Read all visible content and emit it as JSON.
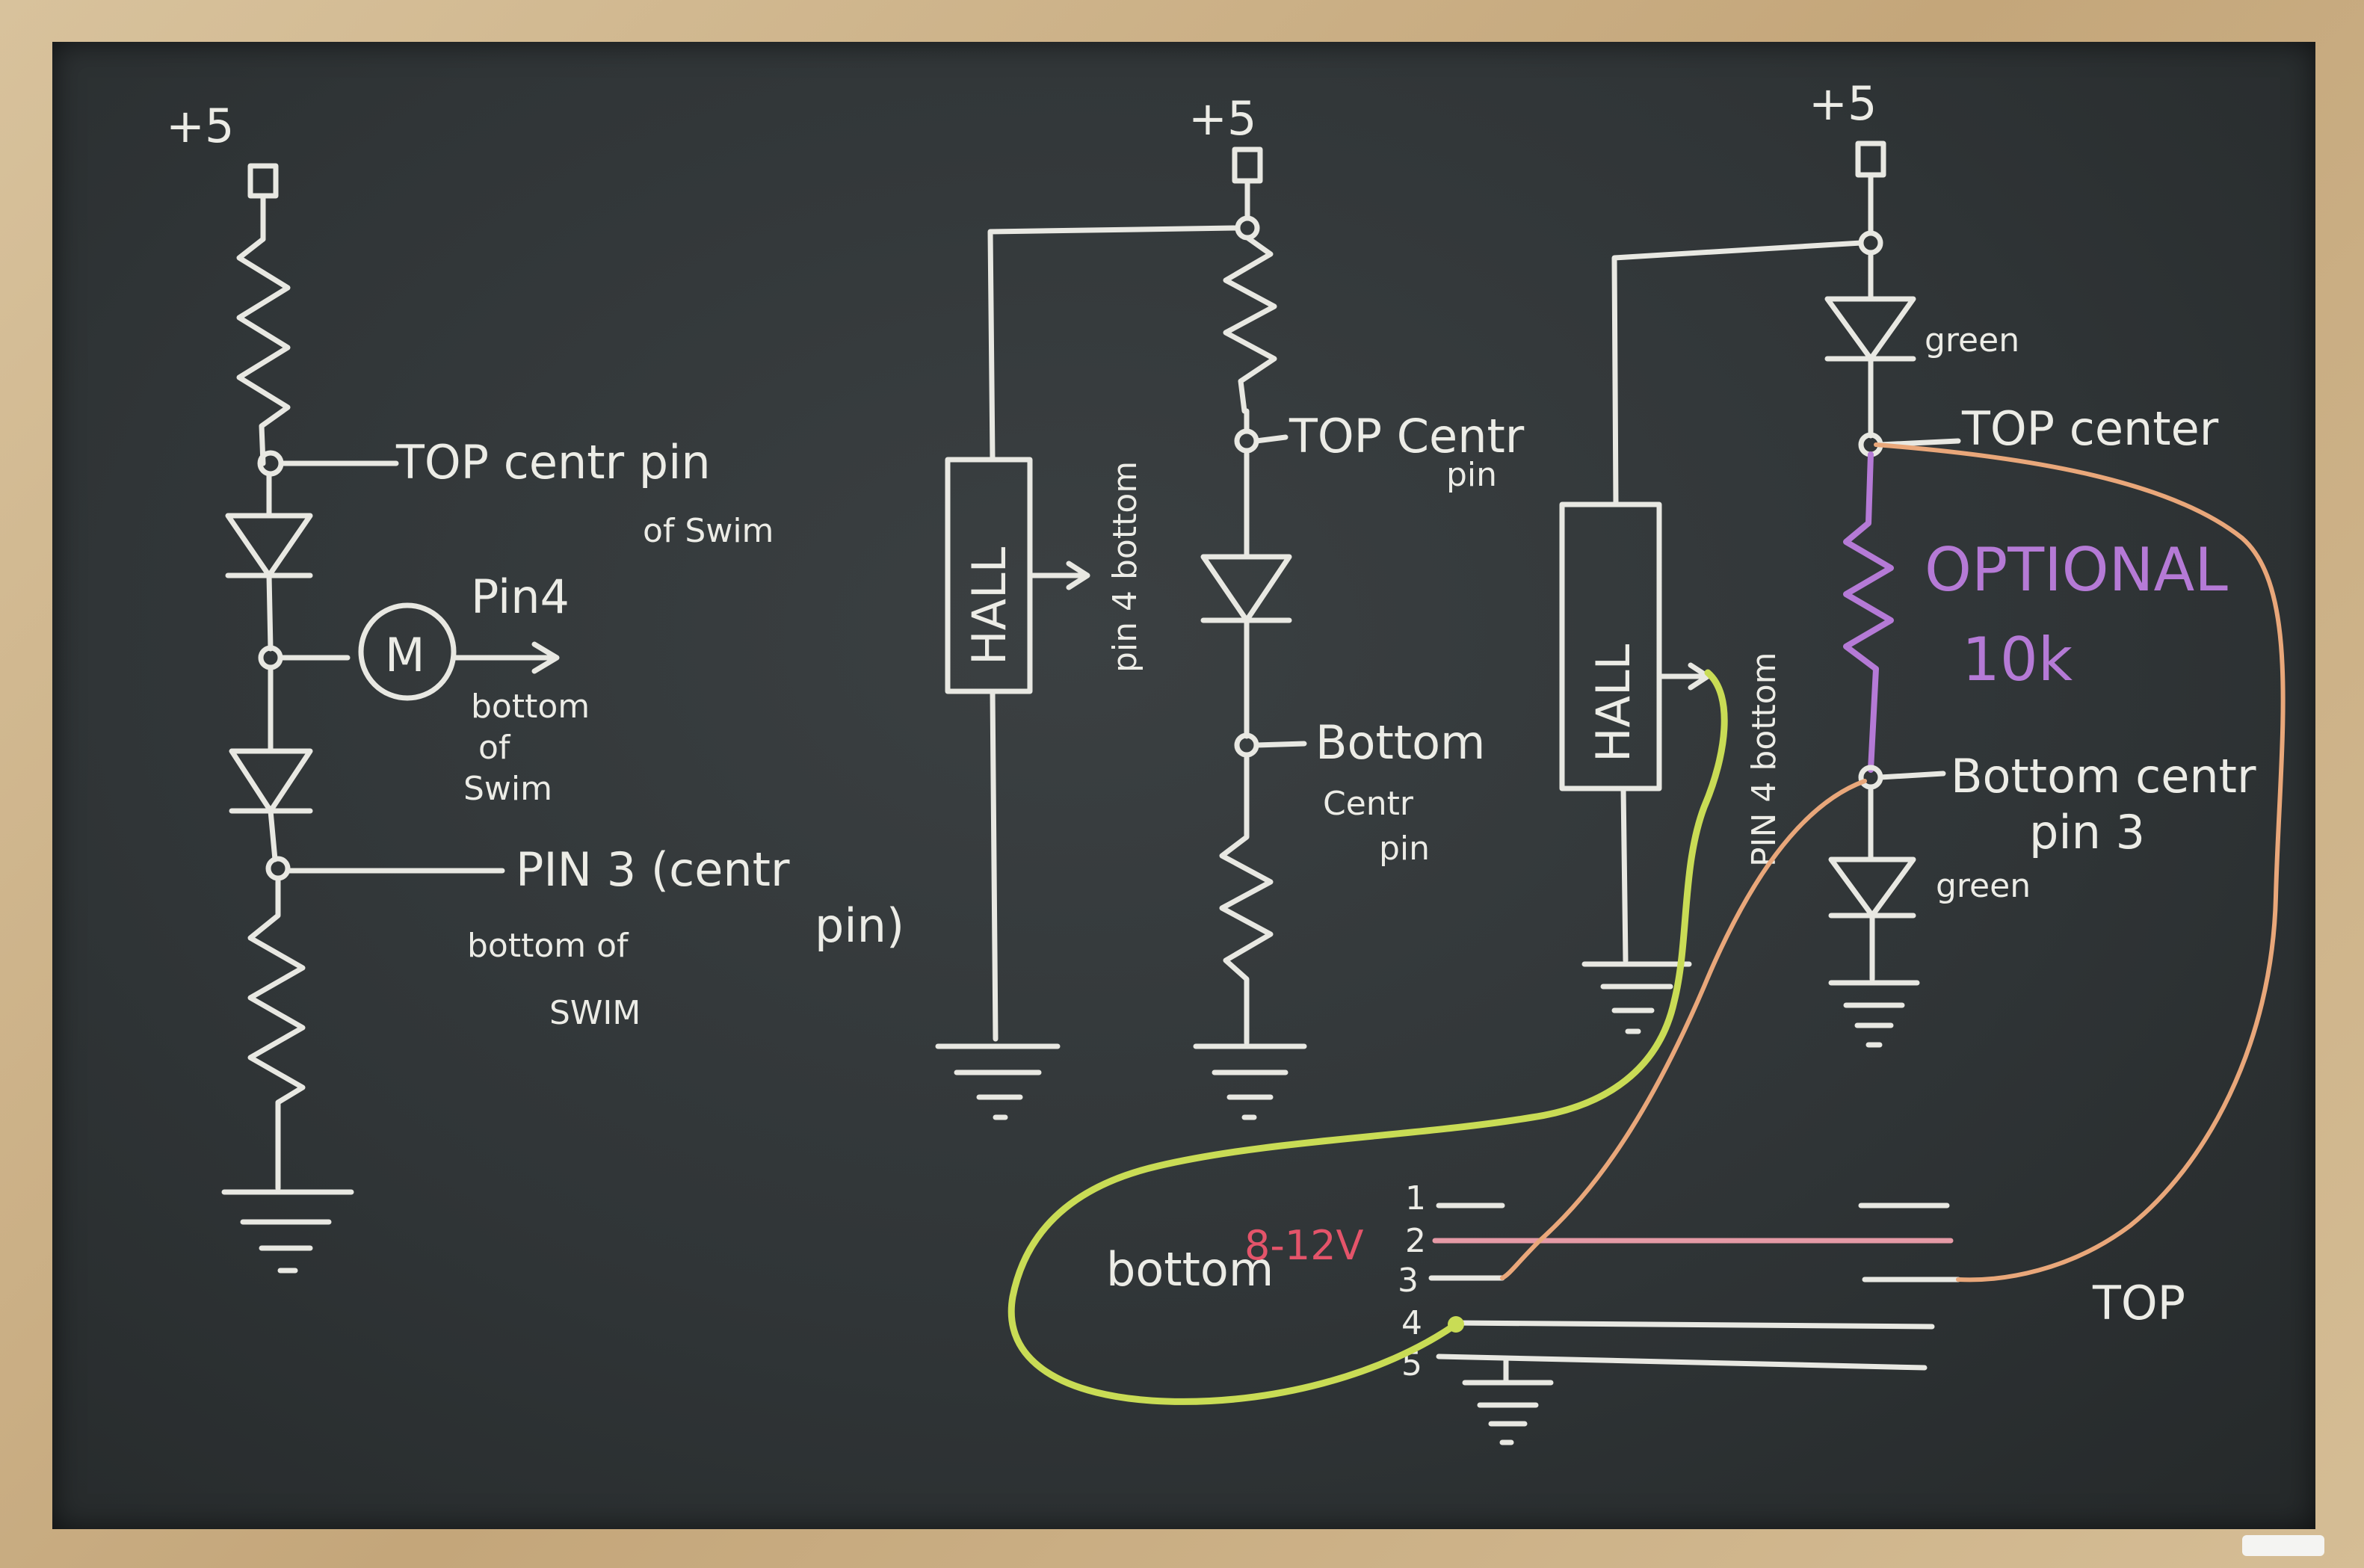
{
  "colors": {
    "chalk": "#e8e8e2",
    "board": "#303537",
    "frame": "#c9b08a",
    "yellow_green": "#c9dc55",
    "orange": "#e9a77a",
    "purple": "#b57ad6",
    "pink": "#e59aa6",
    "red": "#e4546a"
  },
  "left_circuit": {
    "supply": "+5",
    "top_pin_label": "TOP centr pin",
    "top_pin_label2": "of Swim",
    "pin4_label": "Pin4",
    "motor_label": "M",
    "bottom_of_swim_label1": "bottom",
    "bottom_of_swim_label2": "of",
    "bottom_of_swim_label3": "Swim",
    "pin3_label": "PIN 3 (centr",
    "pin3_label2": "pin)",
    "bottom_label": "bottom of",
    "bottom_label2": "SWIM"
  },
  "middle_circuit": {
    "supply": "+5",
    "hall_label": "HALL",
    "pin4_label": "pin 4 bottom",
    "top_pin_label": "TOP Centr",
    "top_pin_label2": "pin",
    "bottom_pin_label": "Bottom",
    "bottom_pin_label2": "Centr",
    "bottom_pin_label3": "pin"
  },
  "right_circuit": {
    "supply": "+5",
    "hall_label": "HALL",
    "pin4_label": "PIN 4 bottom",
    "green_top": "green",
    "top_center_label": "TOP center",
    "optional_label": "OPTIONAL",
    "optional_value": "10k",
    "bottom_center_label": "Bottom centr",
    "bottom_center_label2": "pin 3",
    "green_bottom": "green"
  },
  "connector": {
    "bottom_label": "bottom",
    "voltage_label": "8-12V",
    "top_label": "TOP",
    "pin_numbers": [
      "1",
      "2",
      "3",
      "4",
      "5"
    ]
  }
}
